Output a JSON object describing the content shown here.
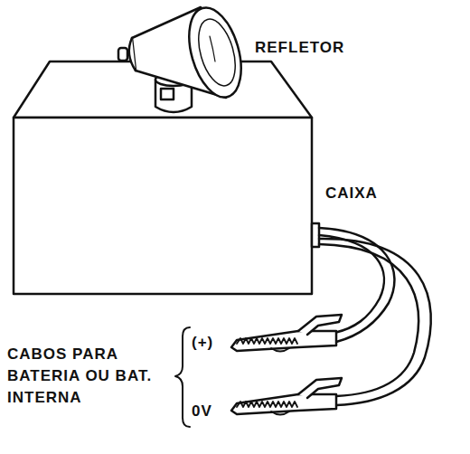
{
  "diagram": {
    "labels": [
      "REFLETOR",
      "CAIXA",
      "CABOS PARA BATERIA OU BAT. INTERNA",
      "(+)",
      "0V"
    ]
  }
}
